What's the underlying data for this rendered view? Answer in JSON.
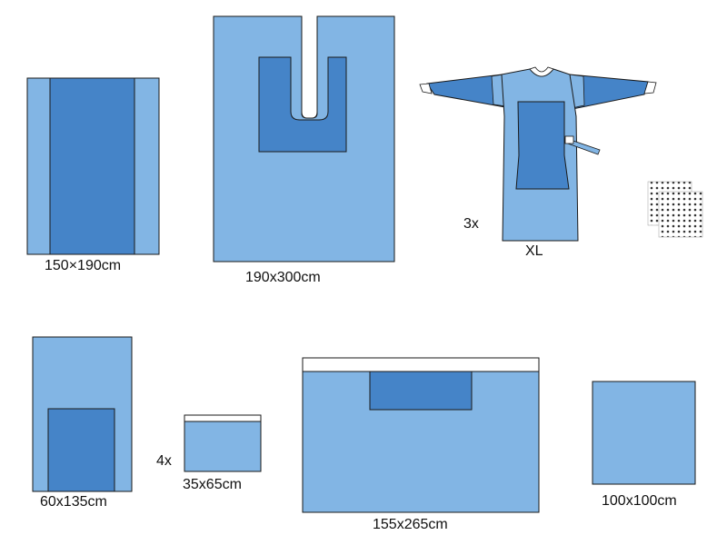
{
  "colors": {
    "light": "#82b5e4",
    "dark": "#4584c8",
    "outline": "#1a1a1a",
    "white": "#ffffff"
  },
  "items": {
    "side_drape": {
      "size": "150×190cm"
    },
    "u_drape": {
      "size": "190x300cm"
    },
    "gown": {
      "size": "XL",
      "quantity": "3x"
    },
    "hand_towels": {
      "icon": "hand-towels-icon"
    },
    "instrument_drape": {
      "size": "60x135cm"
    },
    "adhesive_drape": {
      "size": "35x65cm",
      "quantity": "4x"
    },
    "large_drape": {
      "size": "155x265cm"
    },
    "table_cover": {
      "size": "100x100cm"
    }
  }
}
